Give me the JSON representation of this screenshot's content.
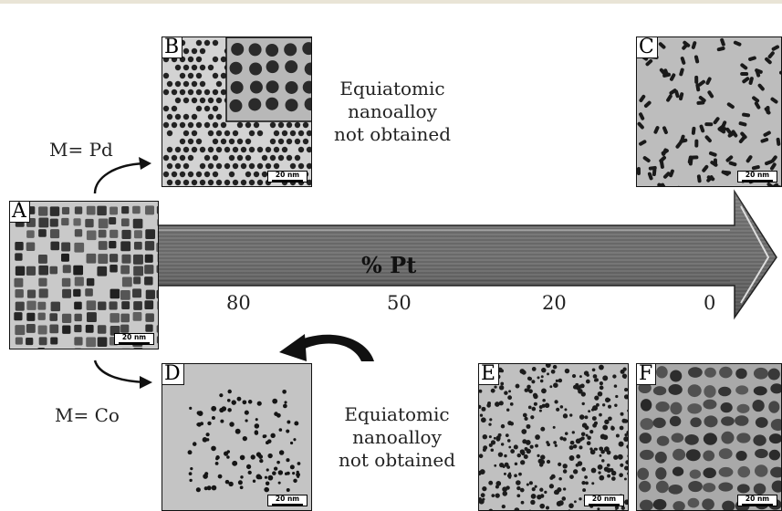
{
  "panels": {
    "A": {
      "label": "A",
      "scale": "20 nm"
    },
    "B": {
      "label": "B",
      "scale": "20 nm"
    },
    "C": {
      "label": "C",
      "scale": "20 nm"
    },
    "D": {
      "label": "D",
      "scale": "20 nm"
    },
    "E": {
      "label": "E",
      "scale": "20 nm"
    },
    "F": {
      "label": "F",
      "scale": "20 nm"
    }
  },
  "arrow": {
    "title": "% Pt",
    "ticks": [
      "80",
      "50",
      "20",
      "0"
    ]
  },
  "branches": {
    "pd": "M= Pd",
    "co": "M= Co"
  },
  "notes": {
    "top": [
      "Equiatomic",
      "nanoalloy",
      "not obtained"
    ],
    "bottom": [
      "Equiatomic",
      "nanoalloy",
      "not obtained"
    ]
  }
}
